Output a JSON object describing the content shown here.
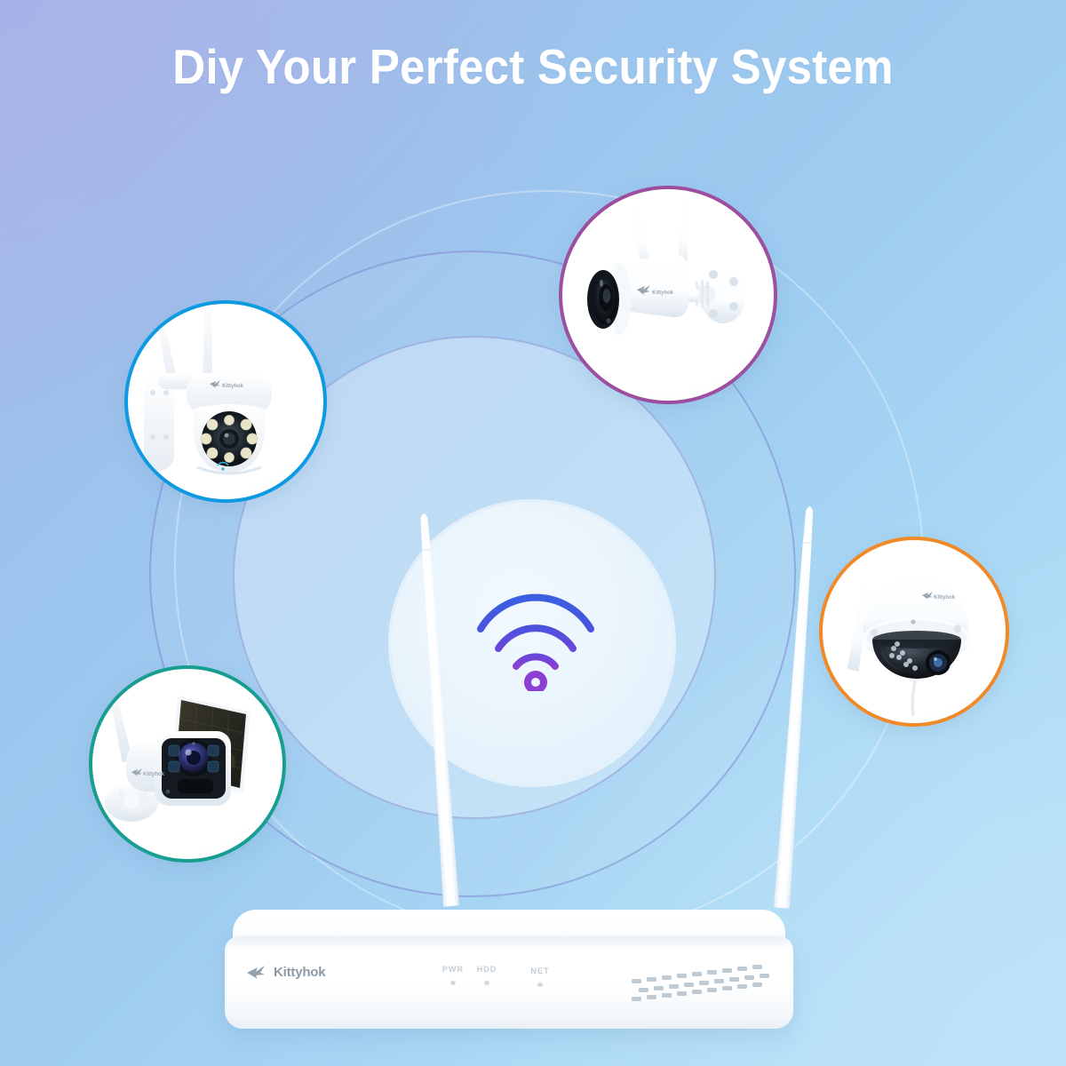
{
  "header": {
    "title": "Diy Your Perfect Security System"
  },
  "brand": {
    "name": "Kittyhok",
    "logo_icon": "kittyhok-bird-logo"
  },
  "colors": {
    "background_top_left": "#a9b6e9",
    "background_bottom_right": "#b8e1f7",
    "ring_stroke": "#7a82cd",
    "wifi_arc_outer": "#3b5fe0",
    "wifi_arc_inner": "#8b3fd4",
    "ptz_ring": "#0d9ae0",
    "bullet_ring": "#9b4f9e",
    "solar_ring": "#189e90",
    "dome_ring": "#f08a28",
    "nvr_body": "#ffffff",
    "nvr_text": "#8c9aa6"
  },
  "hub": {
    "device_name": "nvr-recorder",
    "brand_label": "Kittyhok",
    "wifi_icon": "wifi-signal-icon",
    "antenna_left_icon": "antenna-icon",
    "antenna_right_icon": "antenna-icon",
    "vent_icon": "ventilation-grille",
    "indicators": [
      {
        "label": "PWR",
        "name": "led-power"
      },
      {
        "label": "HDD",
        "name": "led-hdd"
      },
      {
        "label": "NET",
        "name": "led-network"
      }
    ]
  },
  "devices": [
    {
      "name": "ptz-camera",
      "icon": "ptz-dome-camera-icon",
      "ring_color": "#0d9ae0",
      "brand_label": "Kittyhok"
    },
    {
      "name": "bullet-camera",
      "icon": "bullet-camera-icon",
      "ring_color": "#9b4f9e",
      "brand_label": "Kittyhok"
    },
    {
      "name": "solar-camera",
      "icon": "solar-panel-camera-icon",
      "ring_color": "#189e90",
      "brand_label": "Kittyhok"
    },
    {
      "name": "dome-camera",
      "icon": "vandal-dome-camera-icon",
      "ring_color": "#f08a28",
      "brand_label": "Kittyhok"
    }
  ]
}
